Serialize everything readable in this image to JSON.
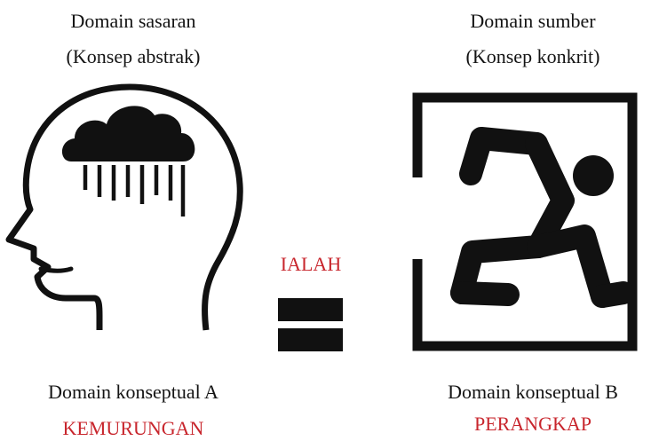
{
  "target_domain": {
    "title": "Domain sasaran",
    "subtitle": "(Konsep abstrak)",
    "concept_label": "Domain konseptual A",
    "concept_value": "KEMURUNGAN",
    "icon": "head-with-rain-cloud-icon"
  },
  "source_domain": {
    "title": "Domain sumber",
    "subtitle": "(Konsep konkrit)",
    "concept_label": "Domain konseptual B",
    "concept_value": "PERANGKAP",
    "icon": "trapped-person-icon"
  },
  "link": {
    "word": "IALAH",
    "symbol": "equals-icon"
  },
  "colors": {
    "text": "#141414",
    "accent": "#c8262d",
    "icon": "#111111",
    "background": "#ffffff"
  }
}
